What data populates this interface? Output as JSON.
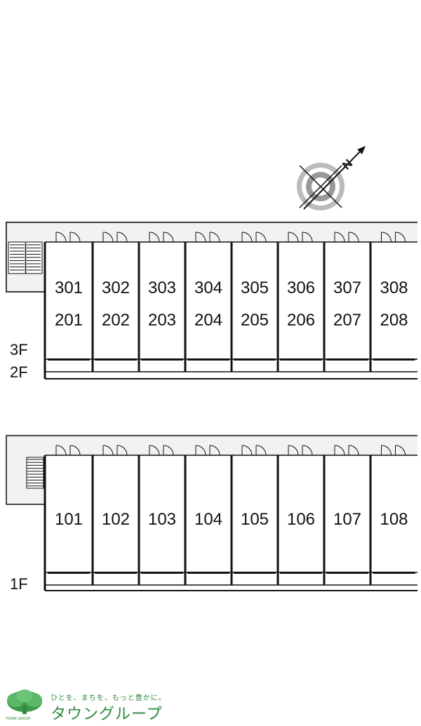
{
  "compass": {
    "north_label": "N"
  },
  "upper_block": {
    "floor_labels": [
      "3F",
      "2F"
    ],
    "units_top": [
      "301",
      "302",
      "303",
      "304",
      "305",
      "306",
      "307",
      "308"
    ],
    "units_bottom": [
      "201",
      "202",
      "203",
      "204",
      "205",
      "206",
      "207",
      "208"
    ]
  },
  "lower_block": {
    "floor_labels": [
      "1F"
    ],
    "units": [
      "101",
      "102",
      "103",
      "104",
      "105",
      "106",
      "107",
      "108"
    ]
  },
  "logo": {
    "tagline": "ひとを、まちを、もっと豊かに。",
    "brand": "タウングループ",
    "sub": "TOWN GROUP"
  },
  "colors": {
    "logo_green": "#2e8b3e",
    "corridor_fill": "#f2f2f2",
    "line": "#111111"
  }
}
